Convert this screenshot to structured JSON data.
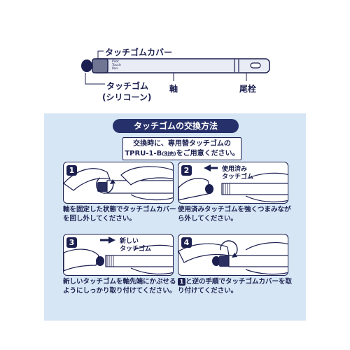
{
  "diagram": {
    "label_cover": "タッチゴムカバー",
    "label_tip": "タッチゴム",
    "label_tip_material": "(シリコーン)",
    "label_shaft": "軸",
    "label_end": "尾栓",
    "product_print": [
      "Pilot",
      "Touch",
      "Pen"
    ]
  },
  "panel": {
    "title": "タッチゴムの交換方法",
    "notice_line1": "交換時に、専用替タッチゴムの",
    "notice_code": "TPRU-1-B",
    "notice_small": "(別売)",
    "notice_line2_rest": "をご用意ください。"
  },
  "steps": [
    {
      "num": "1",
      "text": "軸を固定した状態でタッチゴムカバーを回し外してください。"
    },
    {
      "num": "2",
      "callout_1": "使用済み",
      "callout_2": "タッチゴム",
      "text": "使用済みタッチゴムを強くつまみながら外してください。"
    },
    {
      "num": "3",
      "callout_1": "新しい",
      "callout_2": "タッチゴム",
      "text": "新しいタッチゴムを軸先端にかぶせるようにしっかり取り付けてください。"
    },
    {
      "num": "4",
      "inline_ref": "1",
      "text": "と逆の手順でタッチゴムカバーを取り付けてください。"
    }
  ],
  "colors": {
    "navy": "#1b1f4f",
    "panel_bg": "#d6e6f5",
    "title_bg": "#26306a",
    "pen_body": "#e9ecf5"
  }
}
